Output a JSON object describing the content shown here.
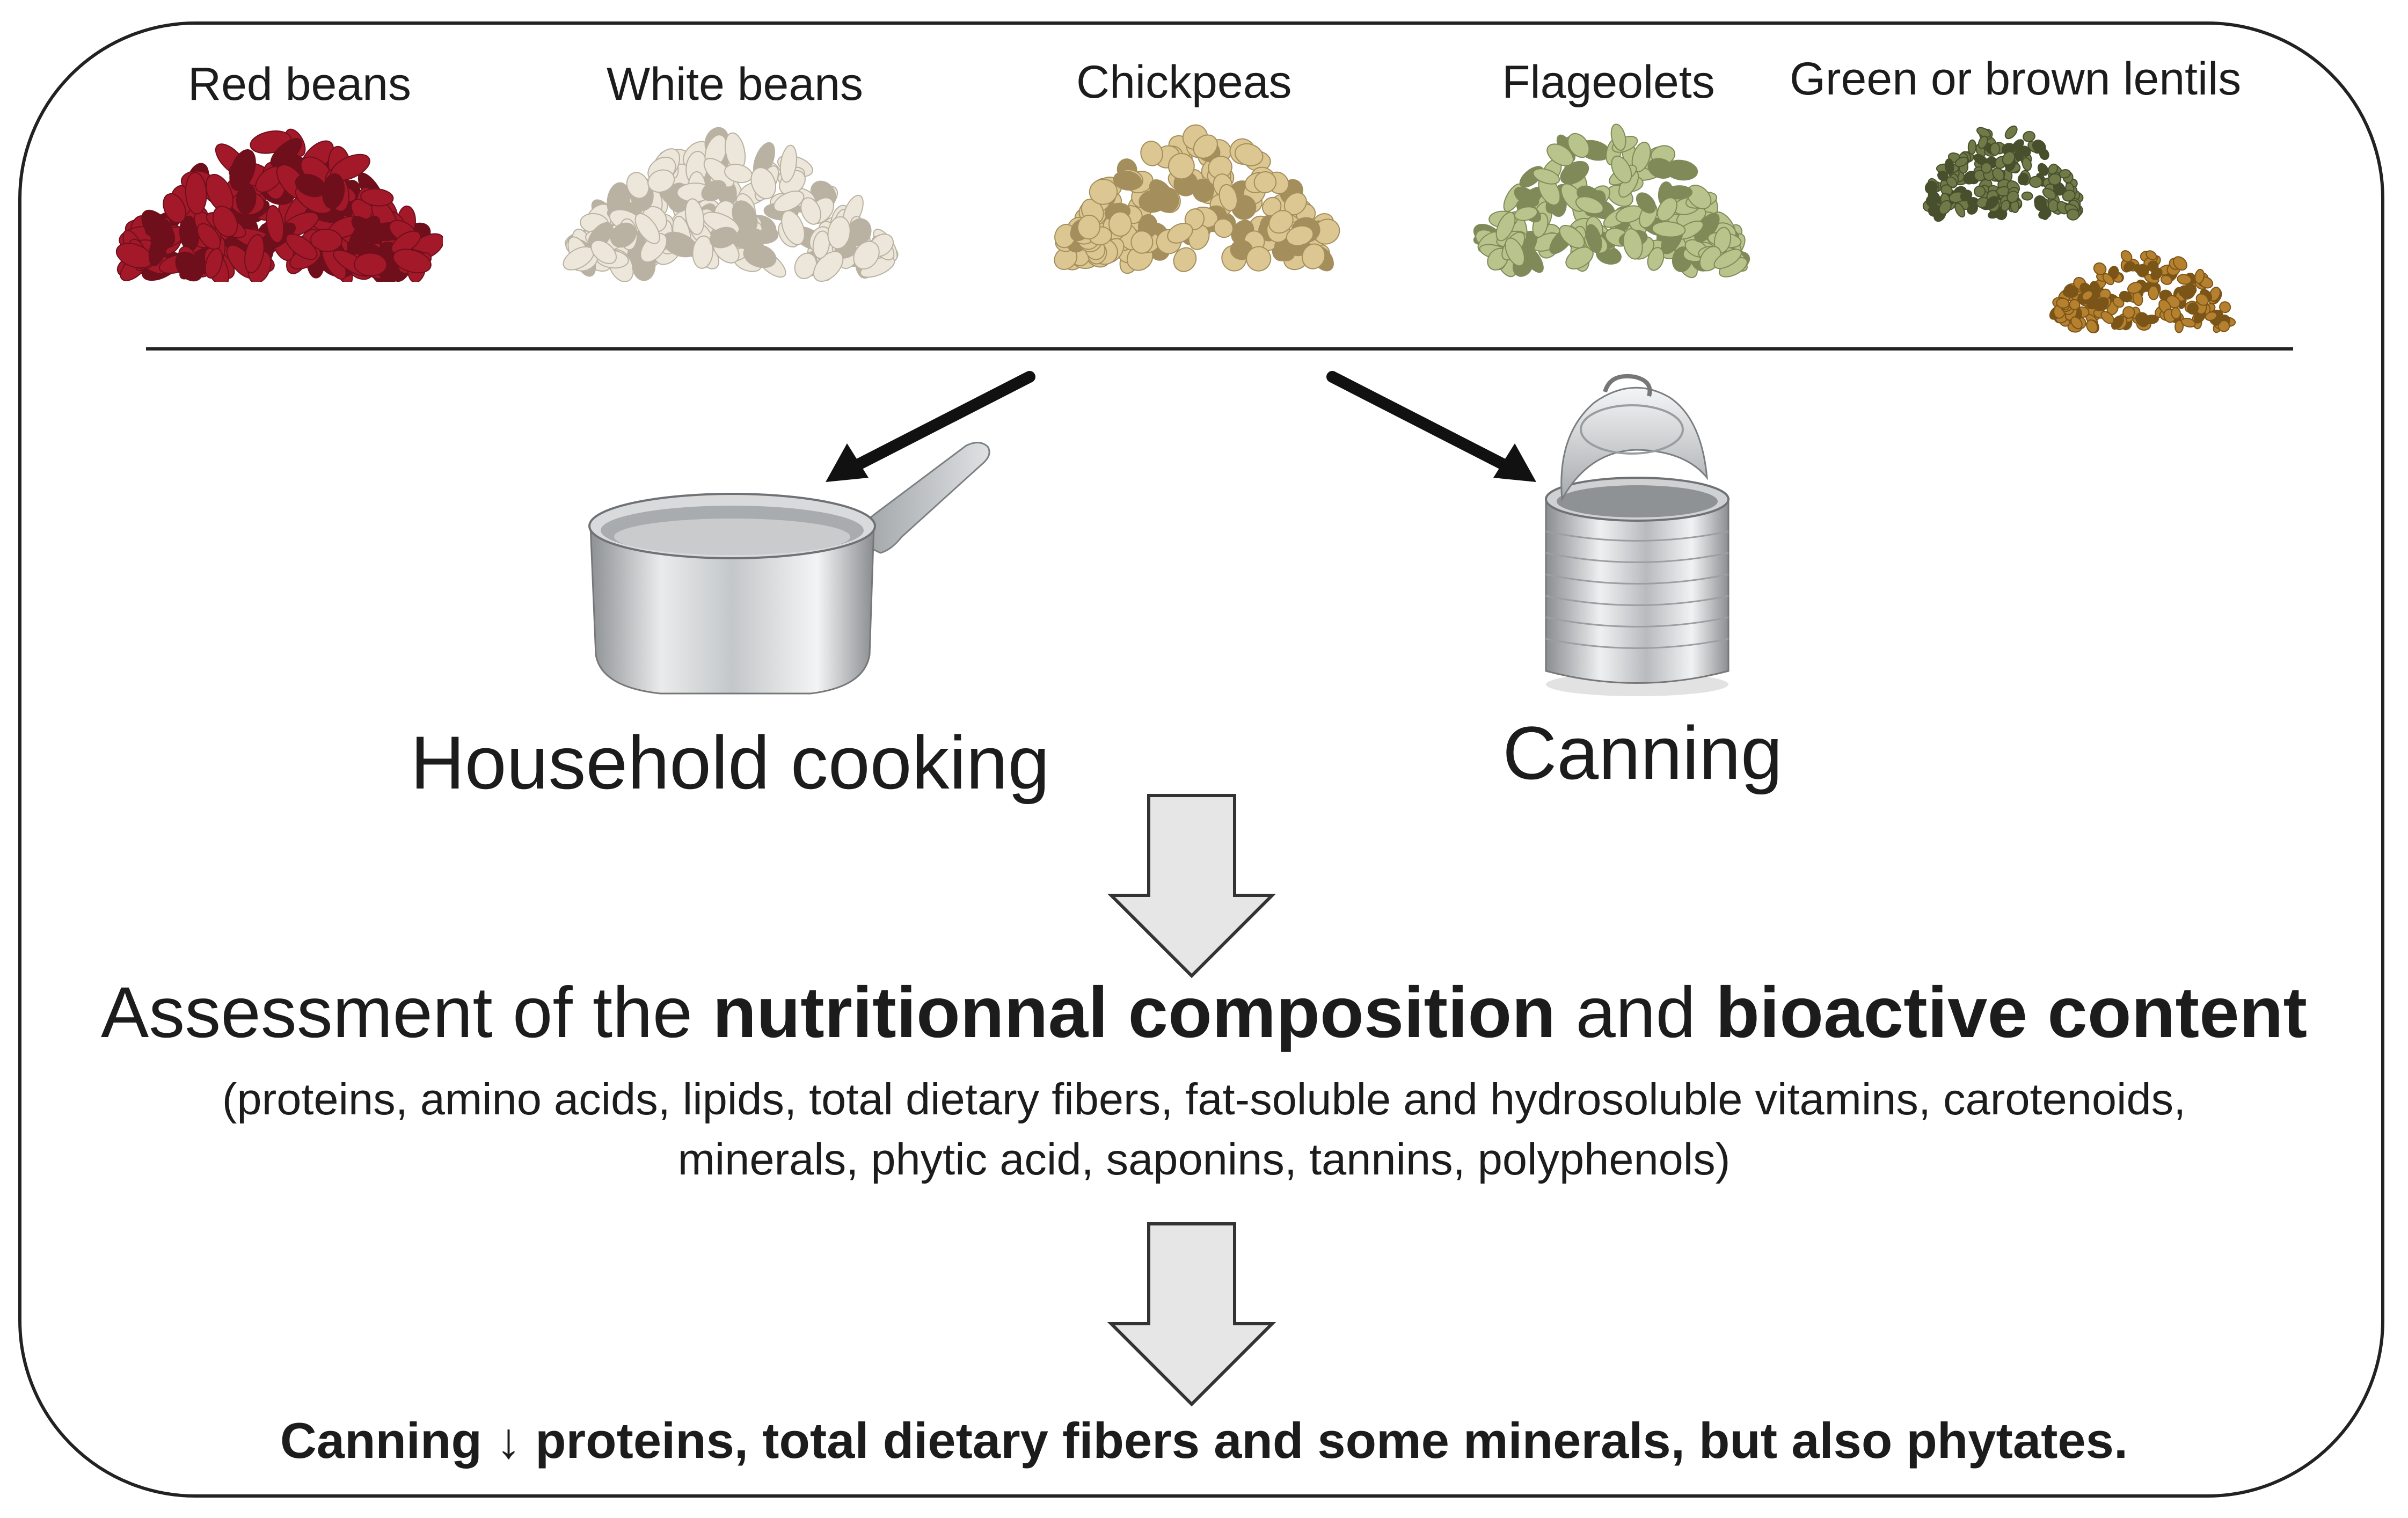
{
  "legumes": [
    {
      "label": "Red beans",
      "icon": "red-beans-pile"
    },
    {
      "label": "White beans",
      "icon": "white-beans-pile"
    },
    {
      "label": "Chickpeas",
      "icon": "chickpeas-pile"
    },
    {
      "label": "Flageolets",
      "icon": "flageolets-pile"
    },
    {
      "label": "Green or brown lentils",
      "icon": "lentils-piles"
    }
  ],
  "processes": {
    "household_cooking": {
      "label": "Household cooking",
      "icon": "saucepan-icon"
    },
    "canning": {
      "label": "Canning",
      "icon": "open-can-icon"
    }
  },
  "assessment": {
    "prefix": "Assessment of the ",
    "bold1": "nutritionnal composition",
    "middle": " and ",
    "bold2": "bioactive content",
    "details_line1": "(proteins, amino acids, lipids, total dietary fibers, fat-soluble and hydrosoluble vitamins, carotenoids,",
    "details_line2": "minerals, phytic acid, saponins, tannins, polyphenols)"
  },
  "conclusion": "Canning ↓ proteins, total dietary fibers and some minerals, but also phytates.",
  "colors": {
    "red_beans": "#a3192a",
    "white_beans": "#ece7da",
    "chickpeas": "#dcc792",
    "flageolets": "#b8c48c",
    "green_lentils": "#6f7a48",
    "brown_lentils": "#b5812f",
    "block_arrow_fill": "#e6e6e6",
    "outline": "#222222"
  }
}
